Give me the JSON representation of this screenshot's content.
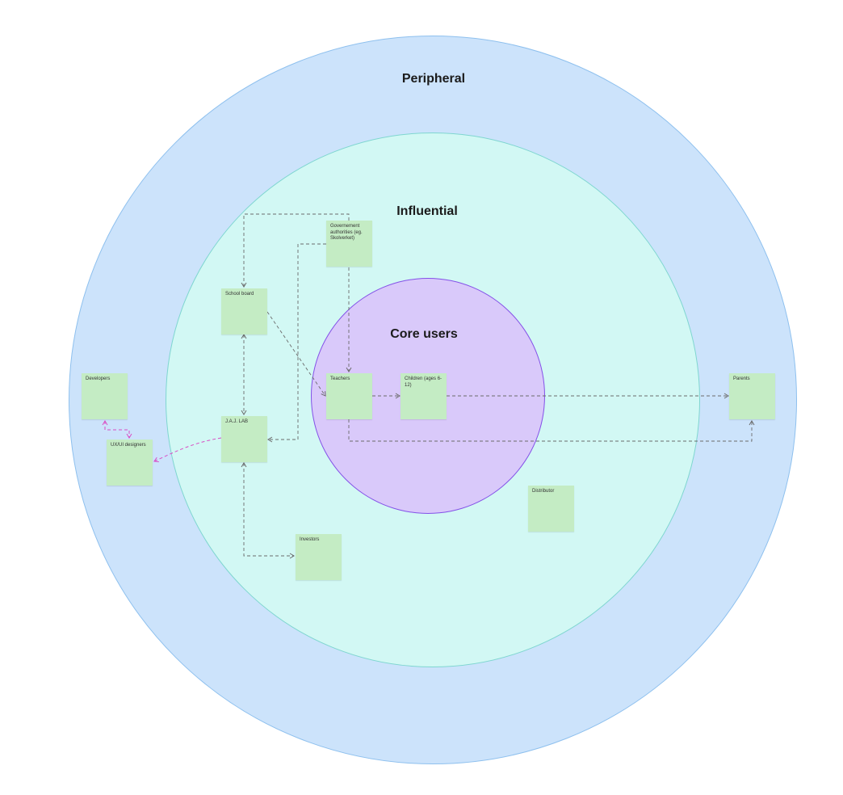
{
  "colors": {
    "peripheral_fill": "#cce3fb",
    "influential_fill": "#d2f8f4",
    "core_fill": "#d9c9fa",
    "sticky_note": "#c4ecc4",
    "connector": "#6b6b6b",
    "design_connector": "#d94fc4"
  },
  "rings": {
    "peripheral": {
      "title": "Peripheral"
    },
    "influential": {
      "title": "Influential"
    },
    "core": {
      "title": "Core users"
    }
  },
  "notes": {
    "government": {
      "label": "Governement authorities (eg. Skolverket)"
    },
    "school_board": {
      "label": "School board"
    },
    "teachers": {
      "label": "Teachers"
    },
    "children": {
      "label": "Children (ages 6-12)"
    },
    "parents": {
      "label": "Parents"
    },
    "developers": {
      "label": "Developers"
    },
    "uxui": {
      "label": "UX/UI designers"
    },
    "jaj_lab": {
      "label": "J.A.J. LAB"
    },
    "investors": {
      "label": "Investors"
    },
    "distributor": {
      "label": "Distributor"
    }
  }
}
